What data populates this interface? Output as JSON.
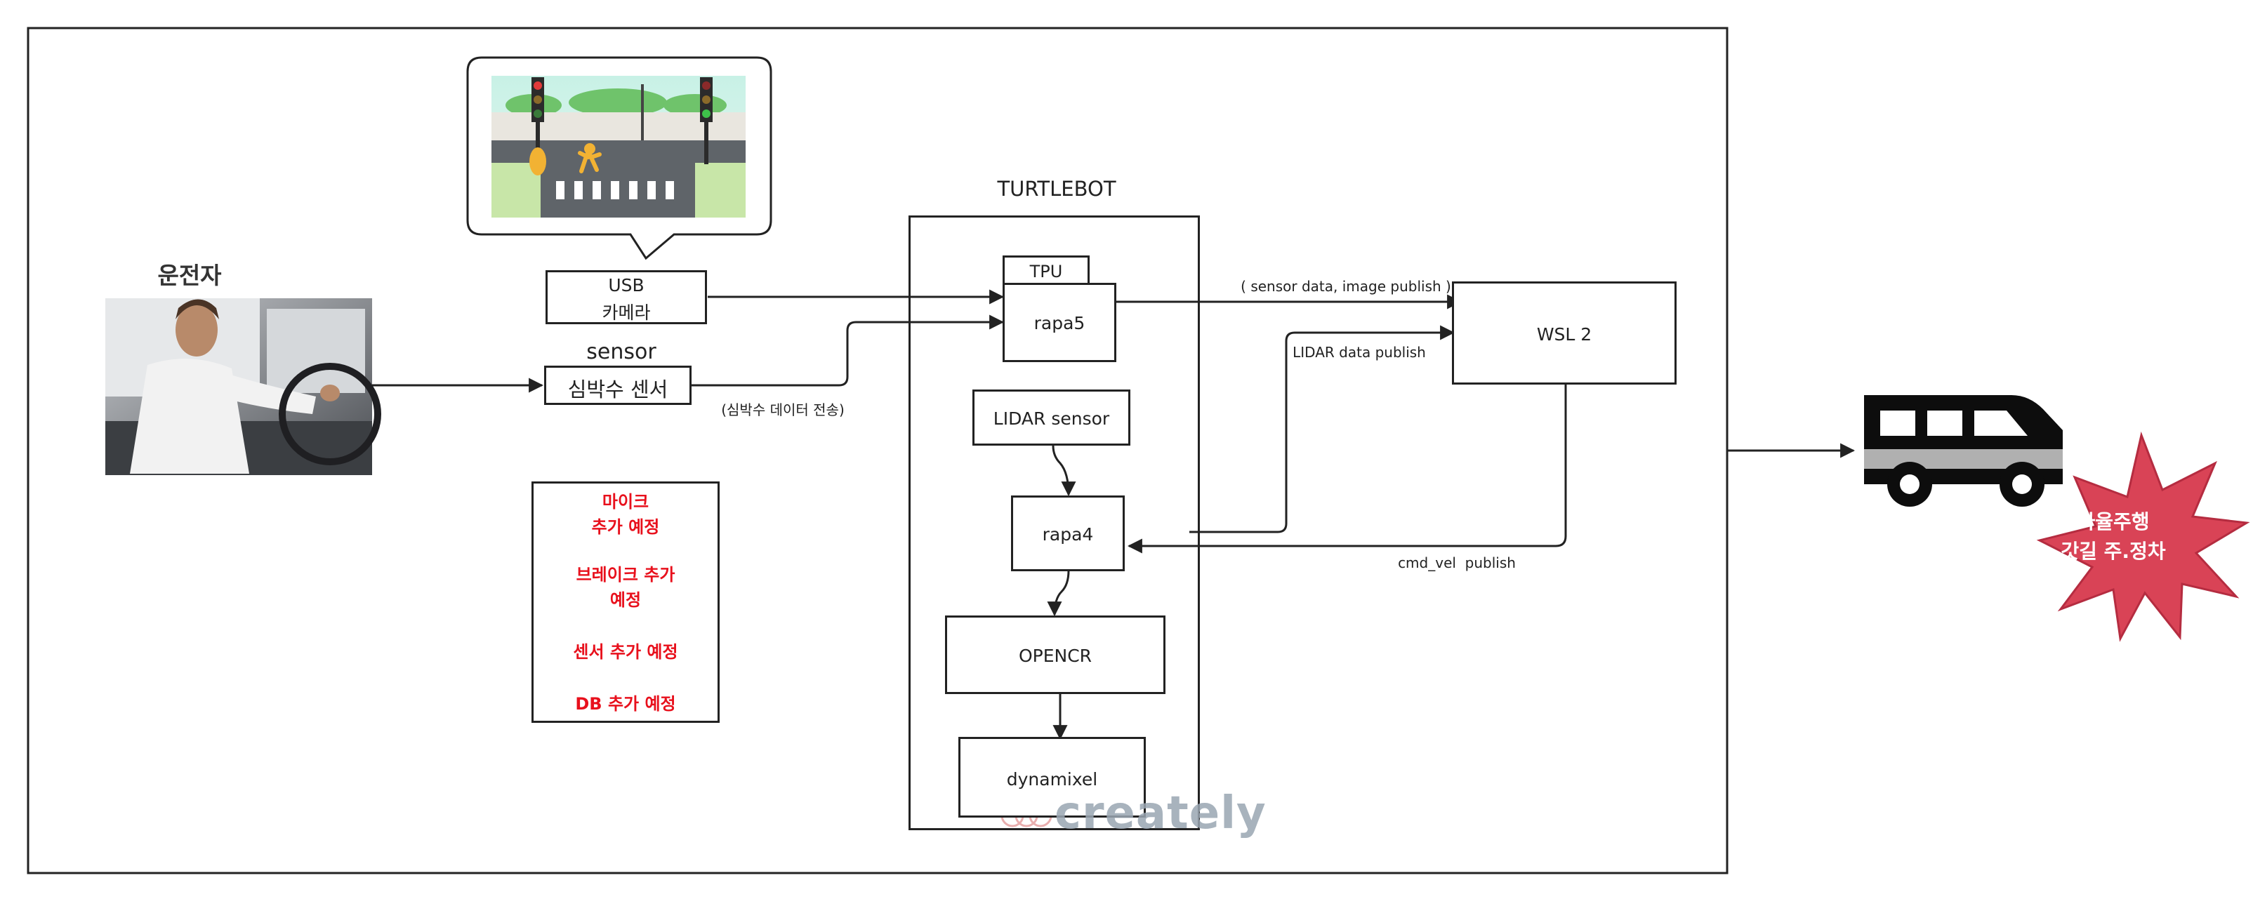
{
  "driver": {
    "title": "운전자"
  },
  "camera": {
    "line1": "USB",
    "line2": "카메라"
  },
  "sensor": {
    "title": "sensor",
    "name": "심박수 센서",
    "note": "(심박수 데이터 전송)"
  },
  "plans": {
    "items": [
      "마이크\n추가 예정",
      "브레이크 추가\n예정",
      "센서 추가 예정",
      "DB 추가 예정"
    ]
  },
  "turtlebot": {
    "title": "TURTLEBOT",
    "tpu": "TPU",
    "rapa5": "rapa5",
    "lidar": "LIDAR sensor",
    "rapa4": "rapa4",
    "opencr": "OPENCR",
    "dynamixel": "dynamixel"
  },
  "wsl": {
    "label": "WSL 2"
  },
  "edges": {
    "sensor_publish": "( sensor data, image publish )",
    "lidar_publish": "LIDAR data publish",
    "cmd_vel": "cmd_vel  publish"
  },
  "vehicle": {
    "badge_line1": "자율주행",
    "badge_line2": "갓길 주.정차"
  },
  "watermark": "creately",
  "colors": {
    "plan_text": "#e8101c",
    "burst": "#d94356",
    "burst_stroke": "#b52c40",
    "line": "#222222"
  }
}
